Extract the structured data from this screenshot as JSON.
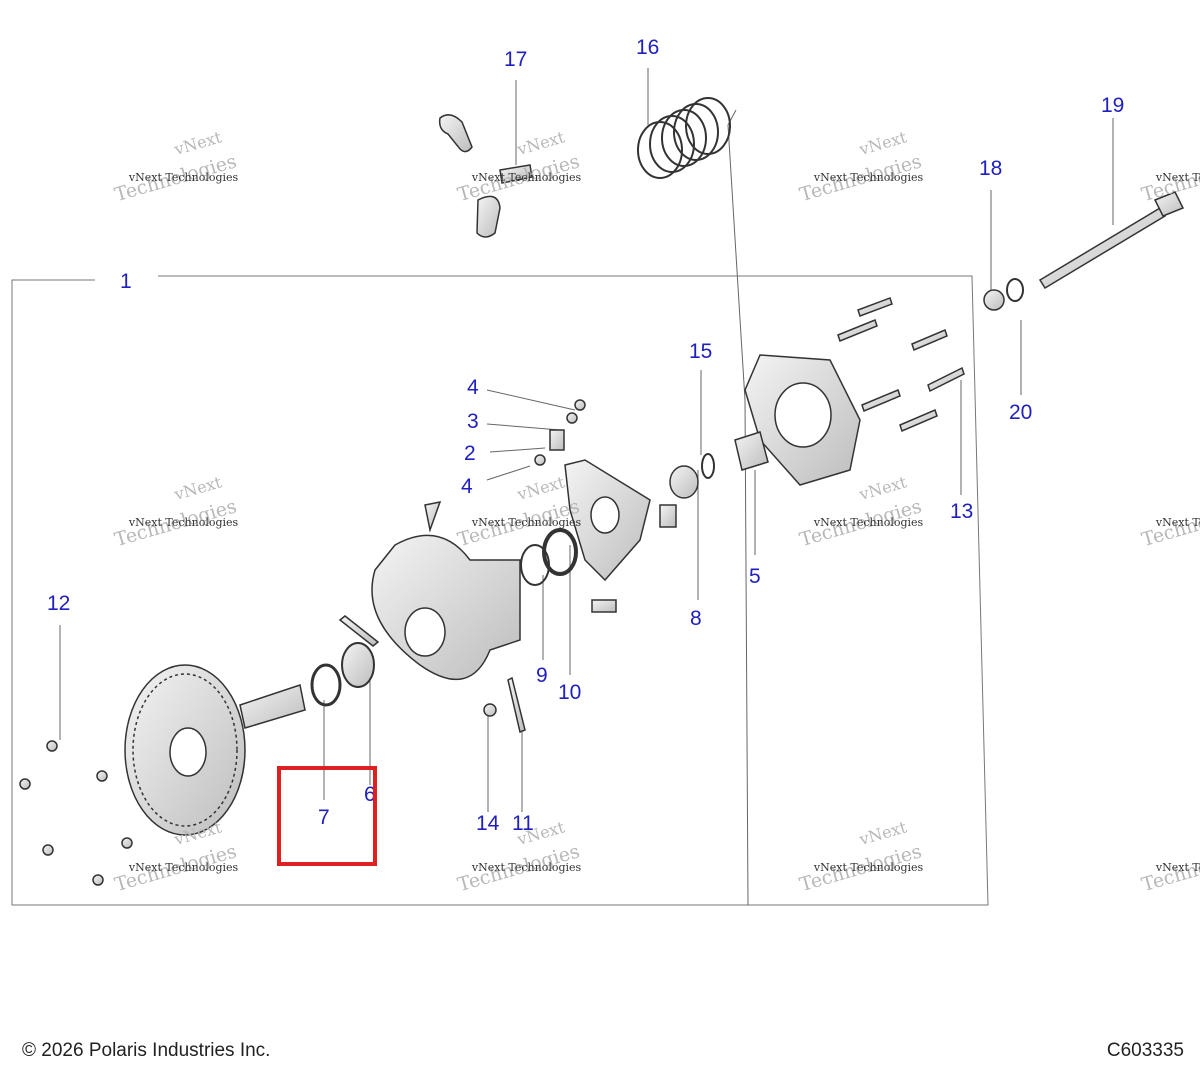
{
  "diagram": {
    "callouts": {
      "c1": "1",
      "c2": "2",
      "c3": "3",
      "c4a": "4",
      "c4b": "4",
      "c5": "5",
      "c6": "6",
      "c7": "7",
      "c8": "8",
      "c9": "9",
      "c10": "10",
      "c11": "11",
      "c12": "12",
      "c13": "13",
      "c14": "14",
      "c15": "15",
      "c16": "16",
      "c17": "17",
      "c18": "18",
      "c19": "19",
      "c20": "20"
    },
    "watermark": {
      "line1": "vNext",
      "line2": "vNext Technologies",
      "line3": "Technologies"
    },
    "callout_color": "#2020c0",
    "highlight_color": "#e02020",
    "highlighted_callout": "7"
  },
  "footer": {
    "copyright": "© 2026 Polaris Industries Inc.",
    "code": "C603335"
  }
}
